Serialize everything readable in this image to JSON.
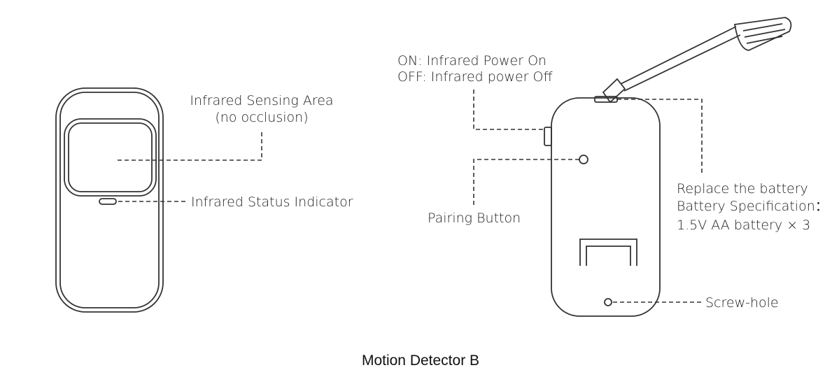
{
  "left_device": {
    "label_sensing_line1": "Infrared Sensing Area",
    "label_sensing_line2": "(no occlusion)",
    "label_status_indicator": "Infrared Status Indicator"
  },
  "right_device": {
    "label_on": "ON: Infrared Power On",
    "label_off": "OFF: Infrared power Off",
    "label_pairing": "Pairing Button",
    "label_battery_line1": "Replace the battery",
    "label_battery_line2": "Battery Specification：",
    "label_battery_line3": "1.5V AA battery × 3",
    "label_screw_hole": "Screw-hole"
  },
  "caption": "Motion Detector B"
}
